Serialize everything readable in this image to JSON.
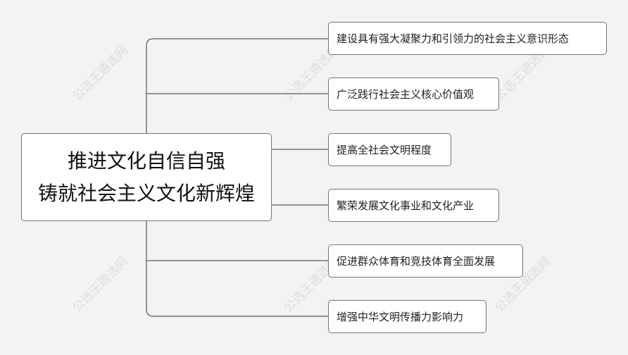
{
  "root": {
    "line1": "推进文化自信自强",
    "line2": "铸就社会主义文化新辉煌"
  },
  "branches": [
    "建设具有强大凝聚力和引领力的社会主义意识形态",
    "广泛践行社会主义核心价值观",
    "提高全社会文明程度",
    "繁荣发展文化事业和文化产业",
    "促进群众体育和竞技体育全面发展",
    "增强中华文明传播力影响力"
  ],
  "watermark": "公选王遴选网",
  "colors": {
    "line": "#7d716d",
    "background": "#f3f3f3"
  }
}
